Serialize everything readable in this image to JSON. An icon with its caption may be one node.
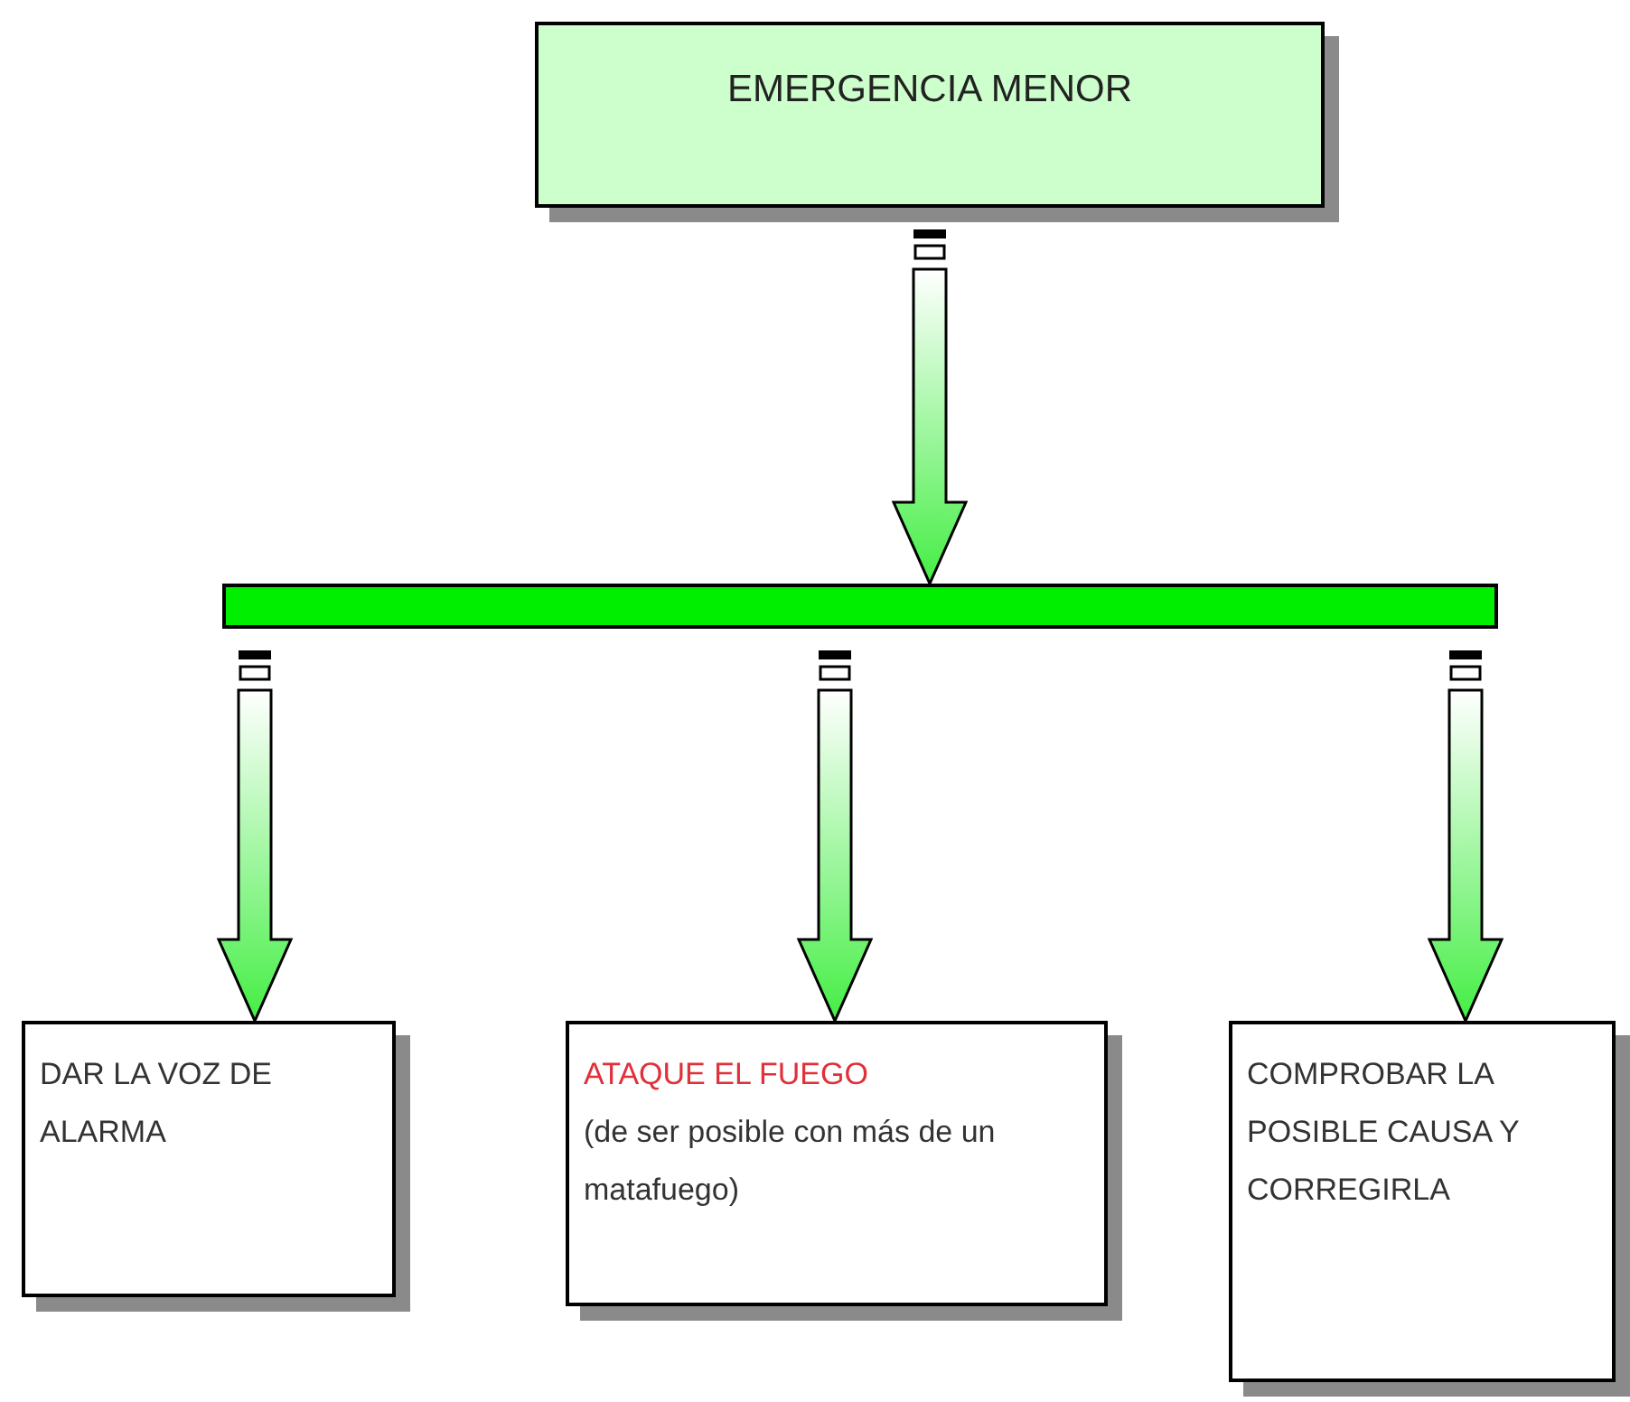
{
  "diagram": {
    "nodes": [
      {
        "text": [
          "EMERGENCIA MENOR"
        ]
      },
      {
        "text": [],
        "shape": "bar"
      },
      {
        "text": [
          "DAR LA VOZ DE ALARMA"
        ]
      },
      {
        "text": [
          "ATAQUE EL FUEGO",
          "(de ser posible con más de un matafuego)"
        ]
      },
      {
        "text": [
          "COMPROBAR LA POSIBLE CAUSA Y CORREGIRLA"
        ]
      }
    ],
    "edges": [
      {
        "from": 0,
        "to": 1,
        "arrow": "to"
      },
      {
        "from": 1,
        "to": 2,
        "arrow": "to"
      },
      {
        "from": 1,
        "to": 3,
        "arrow": "to"
      },
      {
        "from": 1,
        "to": 4,
        "arrow": "to"
      }
    ]
  }
}
